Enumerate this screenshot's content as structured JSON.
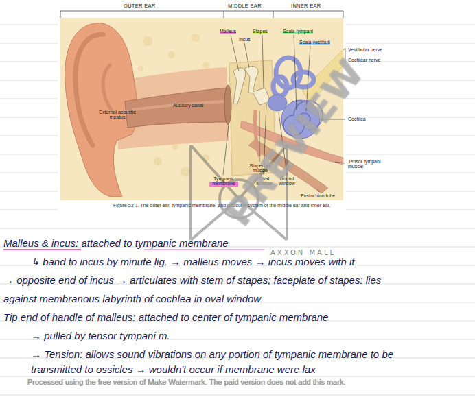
{
  "diagram": {
    "caption": "Figure 53-1. The outer ear, tympanic membrane, and ossicular system of the middle ear and inner ear.",
    "labels": [
      "OUTER EAR",
      "MIDDLE EAR",
      "INNER EAR",
      "Malleus",
      "Incus",
      "Stapes",
      "Scala tympani",
      "Scala vestibuli",
      "Vestibular nerve",
      "Cochlear nerve",
      "External acoustic meatus",
      "Auditory canal",
      "Cochlea",
      "Tensor tympani muscle",
      "Stapedius muscle",
      "Tympanic membrane",
      "Oval window",
      "Round window",
      "Eustachian tube",
      "PREVIEW",
      "AXXON MALL",
      "Malleus & incus: attached to tympanic membrane",
      "↳ band to incus by minute lig. → malleus moves → incus moves with it",
      "→ opposite end of incus → articulates with stem of stapes; faceplate of stapes: lies",
      "against membranous labyrinth of cochlea in oval window",
      "Tip end of handle of malleus: attached to center of tympanic membrane",
      "→ pulled by tensor tympani m.",
      "→ Tension: allows sound vibrations on any portion of tympanic membrane to be",
      "transmitted to ossicles → wouldn't occur if membrane were lax",
      "Processed using the free version of Make Watermark. The paid version does not add this mark."
    ]
  }
}
